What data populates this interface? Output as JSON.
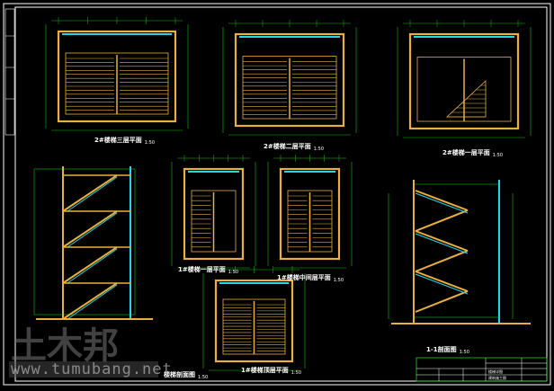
{
  "drawing": {
    "views": [
      {
        "title": "2#楼梯三层平面",
        "scale": "1:50"
      },
      {
        "title": "2#楼梯二层平面",
        "scale": "1:50"
      },
      {
        "title": "2#楼梯一层平面",
        "scale": "1:50"
      },
      {
        "title": "楼梯剖面图",
        "scale": "1:50"
      },
      {
        "title": "1#楼梯一层平面",
        "scale": "1:50"
      },
      {
        "title": "1#楼梯中间层平面",
        "scale": "1:50"
      },
      {
        "title": "1#楼梯顶层平面",
        "scale": "1:50"
      },
      {
        "title": "1-1剖面图",
        "scale": "1:50"
      }
    ],
    "title_block": {
      "name": "楼梯详图",
      "sub": "建筑施工图"
    },
    "watermark": {
      "logo": "土木邦",
      "url": "www.tumubang.net"
    }
  },
  "colors": {
    "wall": "#e8b040",
    "dim": "#10c010",
    "glass": "#20d8e8",
    "frame": "#ffffff"
  }
}
